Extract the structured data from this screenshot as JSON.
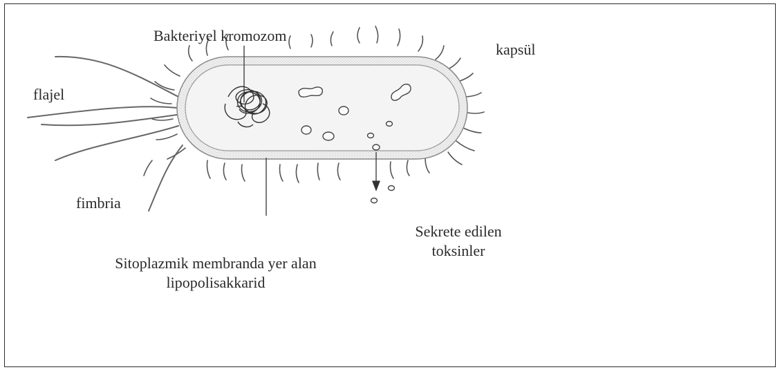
{
  "labels": {
    "chromosome": "Bakteriyel kromozom",
    "capsule": "kapsül",
    "flagellum": "flajel",
    "fimbria": "fimbria",
    "toxins_line1": "Sekrete edilen",
    "toxins_line2": "toksinler",
    "lps_line1": "Sitoplazmik membranda yer alan",
    "lps_line2": "lipopolisakkarid"
  }
}
